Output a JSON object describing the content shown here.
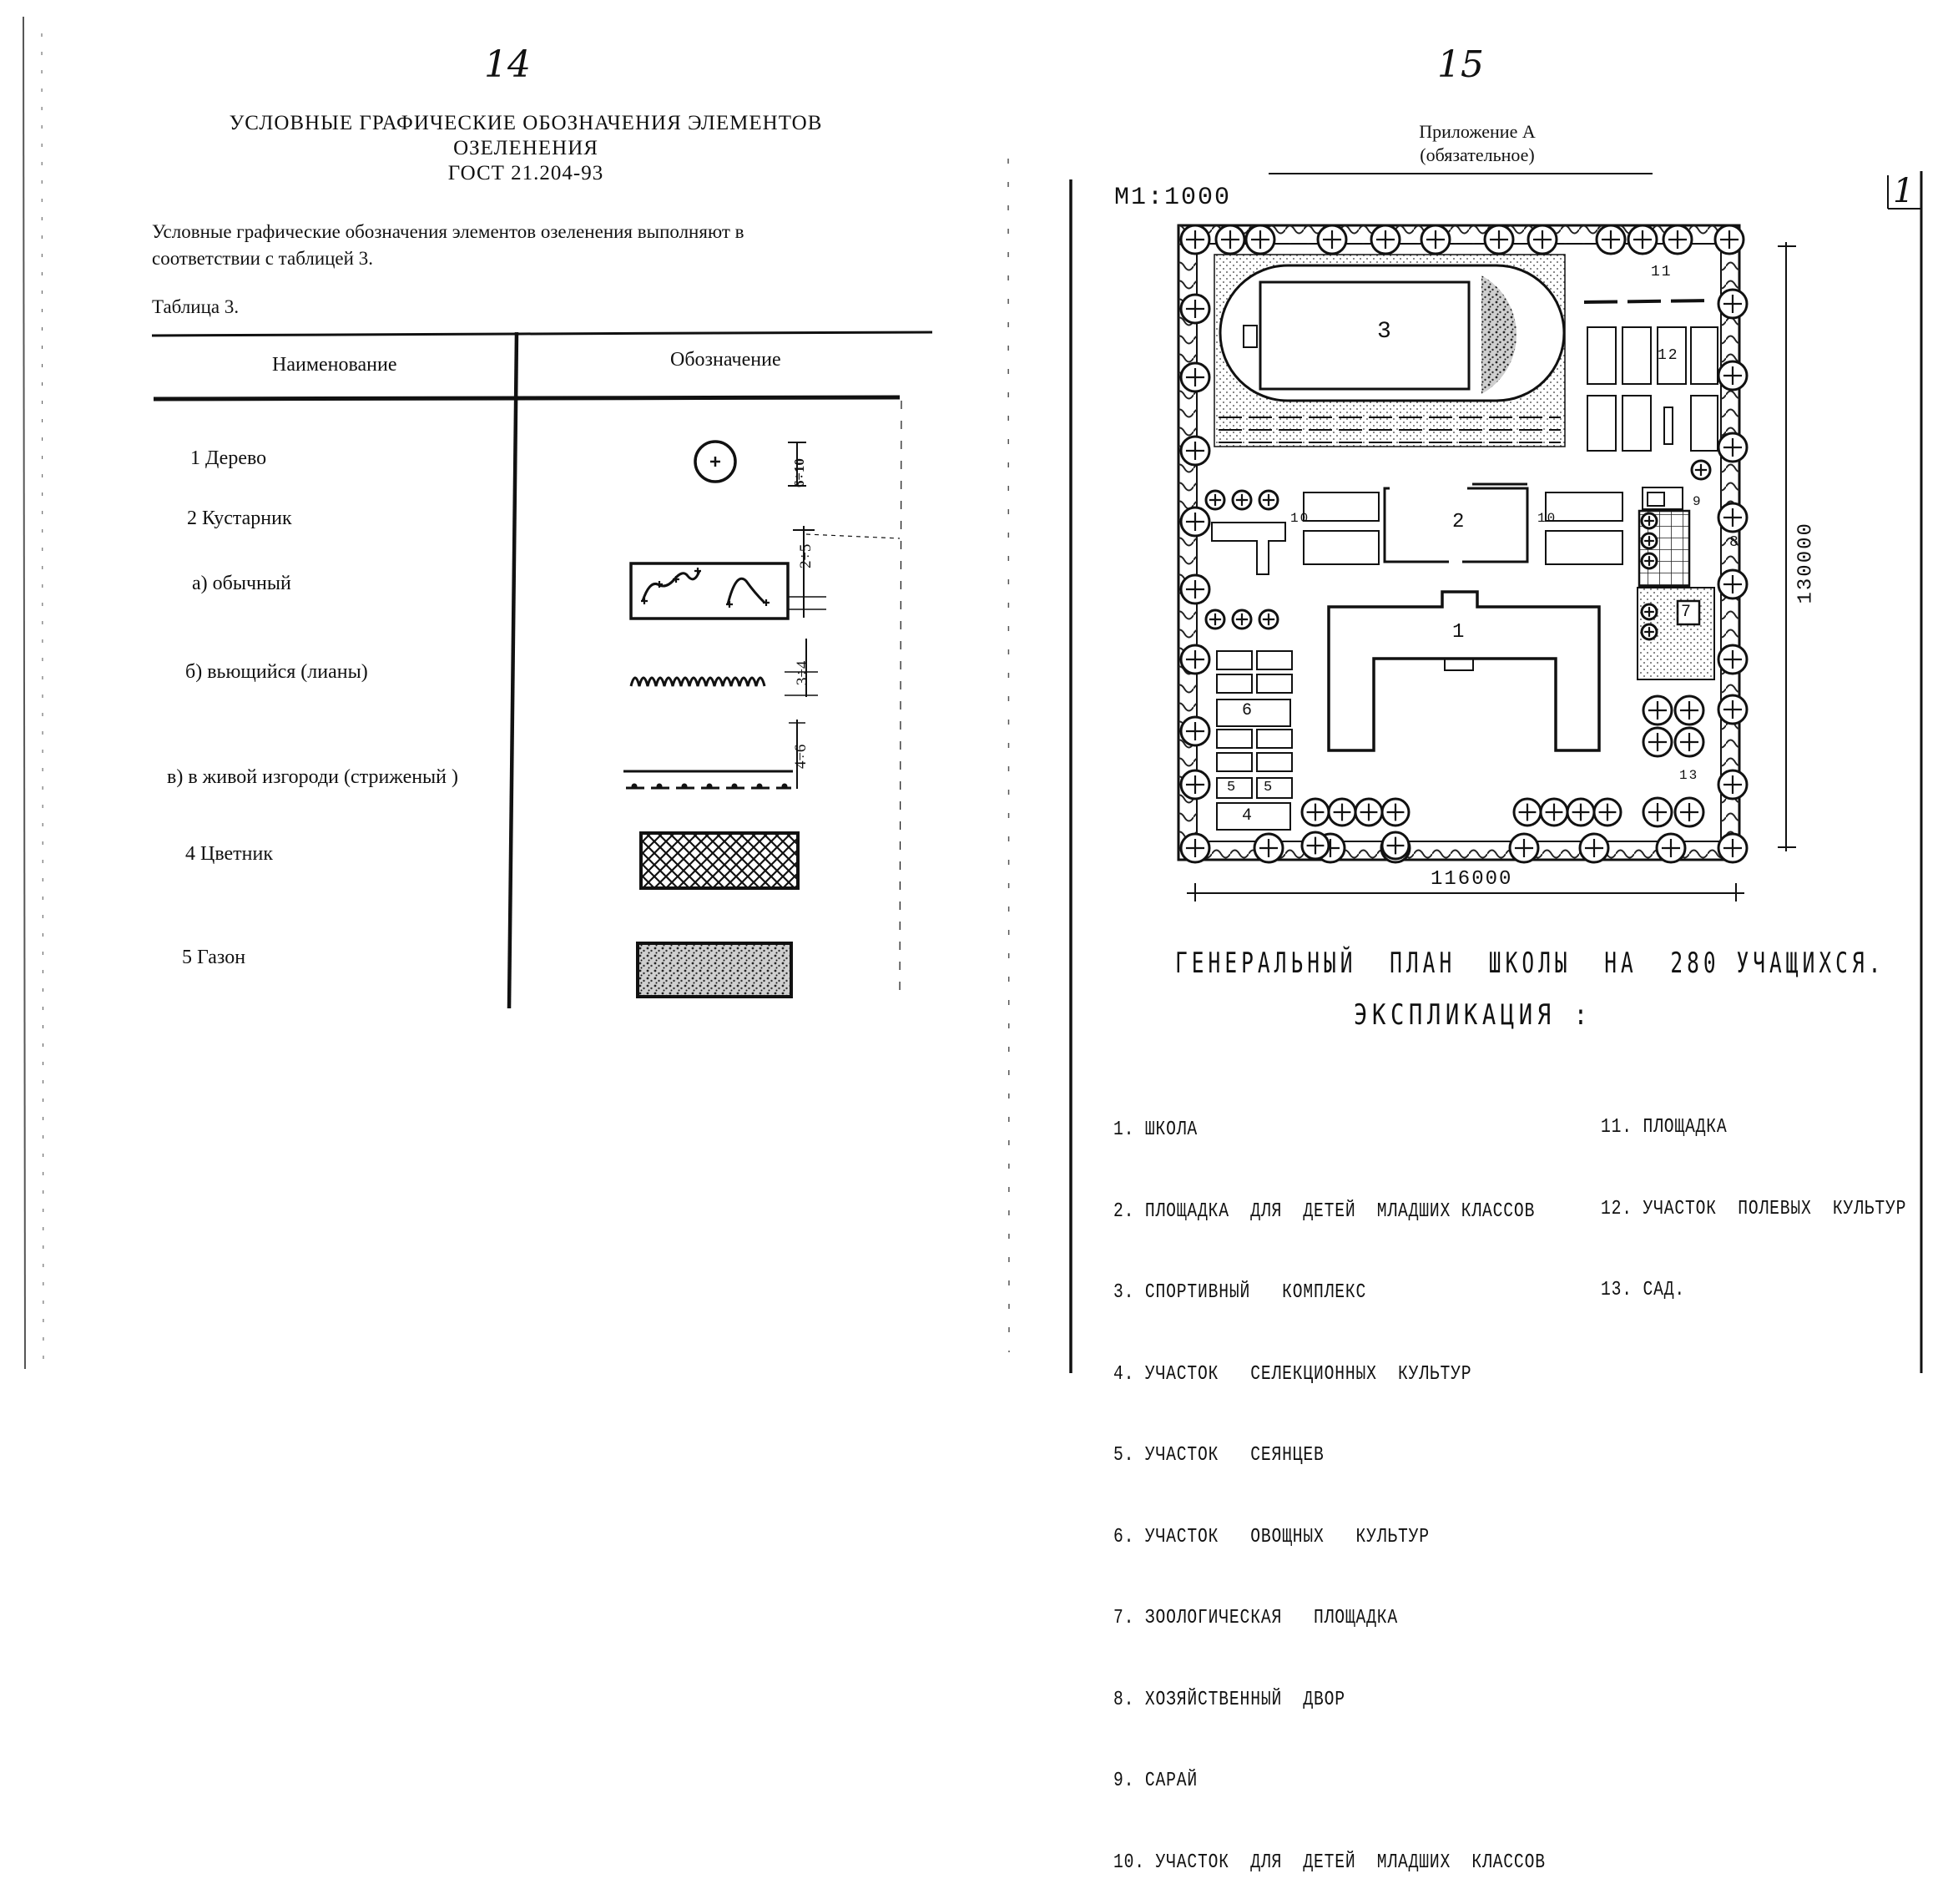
{
  "left_page": {
    "page_number": "14",
    "heading": [
      "УСЛОВНЫЕ ГРАФИЧЕСКИЕ ОБОЗНАЧЕНИЯ ЭЛЕМЕНТОВ",
      "ОЗЕЛЕНЕНИЯ",
      "ГОСТ 21.204-93"
    ],
    "intro": [
      "Условные графические обозначения элементов озеленения выполняют в",
      "соответствии с таблицей 3."
    ],
    "table_caption": "Таблица 3.",
    "table": {
      "headers": [
        "Наименование",
        "Обозначение"
      ],
      "rows": [
        {
          "label": "1 Дерево",
          "dim": "6÷10"
        },
        {
          "label": "2 Кустарник",
          "dim": "2÷5"
        },
        {
          "label": "а) обычный",
          "dim": ""
        },
        {
          "label": "б) вьющийся (лианы)",
          "dim": "3÷4"
        },
        {
          "label": "в)  в живой изгороди (стриженый )",
          "dim": "4÷6"
        },
        {
          "label": "4 Цветник",
          "dim": ""
        },
        {
          "label": "5 Газон",
          "dim": ""
        }
      ]
    }
  },
  "right_page": {
    "page_number": "15",
    "appendix": [
      "Приложение А",
      "(обязательное)"
    ],
    "sheet_number": "1",
    "scale": "М1:1000",
    "dim_width": "116000",
    "dim_height": "130000",
    "plan_labels": [
      "1",
      "2",
      "3",
      "4",
      "5",
      "5",
      "6",
      "7",
      "8",
      "9",
      "10",
      "10",
      "11",
      "12",
      "13"
    ],
    "drawing_title": "ГЕНЕРАЛЬНЫЙ  ПЛАН  ШКОЛЫ  НА  280 УЧАЩИХСЯ.",
    "explication_title": "ЭКСПЛИКАЦИЯ :",
    "explication_left": [
      "1. ШКОЛА",
      "2. ПЛОЩАДКА  ДЛЯ  ДЕТЕЙ  МЛАДШИХ КЛАССОВ",
      "3. СПОРТИВНЫЙ   КОМПЛЕКС",
      "4. УЧАСТОК   СЕЛЕКЦИОННЫХ  КУЛЬТУР",
      "5. УЧАСТОК   СЕЯНЦЕВ",
      "6. УЧАСТОК   ОВОЩНЫХ   КУЛЬТУР",
      "7. ЗООЛОГИЧЕСКАЯ   ПЛОЩАДКА",
      "8. ХОЗЯЙСТВЕННЫЙ  ДВОР",
      "9. САРАЙ",
      "10. УЧАСТОК  ДЛЯ  ДЕТЕЙ  МЛАДШИХ  КЛАССОВ"
    ],
    "explication_right": [
      "11. ПЛОЩАДКА",
      "12. УЧАСТОК  ПОЛЕВЫХ  КУЛЬТУР",
      "13. САД."
    ]
  }
}
